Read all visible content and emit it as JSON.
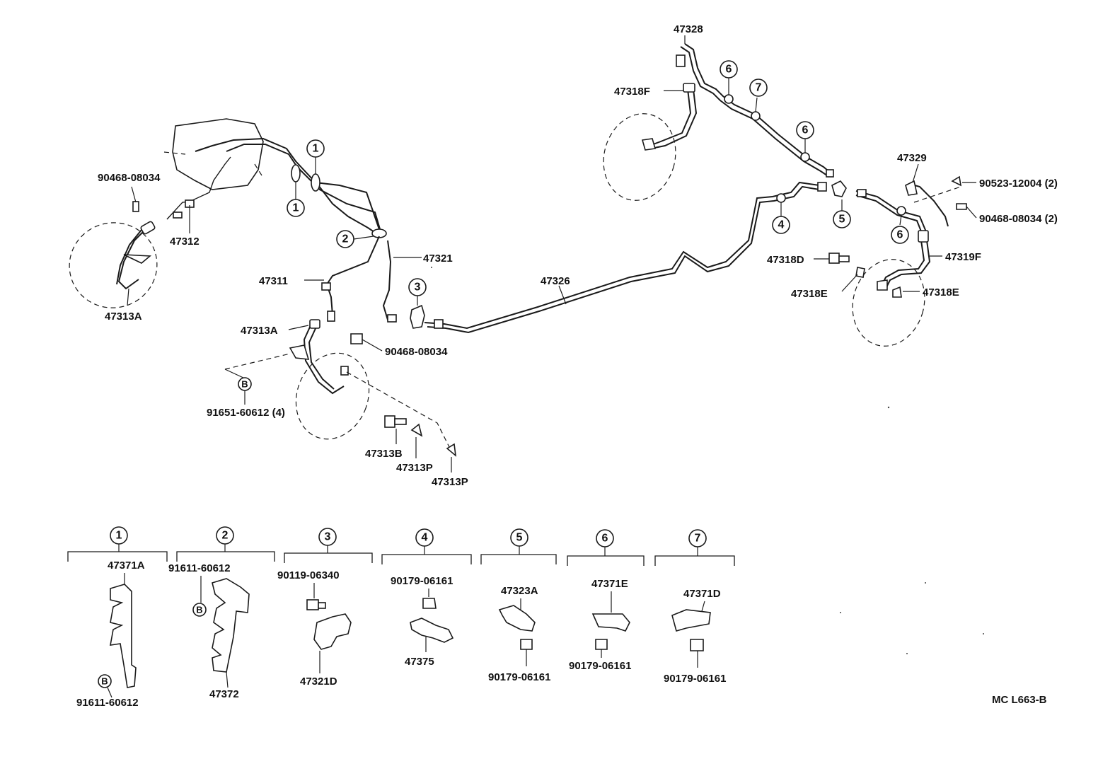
{
  "labels": {
    "l_47328": "47328",
    "l_47318F": "47318F",
    "l_47329": "47329",
    "l_90523": "90523-12004 (2)",
    "l_90468_r": "90468-08034 (2)",
    "l_47319F": "47319F",
    "l_47318D": "47318D",
    "l_47318E_a": "47318E",
    "l_47318E_b": "47318E",
    "l_47326": "47326",
    "l_90468_l": "90468-08034",
    "l_47312": "47312",
    "l_47313A_a": "47313A",
    "l_47321": "47321",
    "l_47311": "47311",
    "l_47313A_b": "47313A",
    "l_90468_m": "90468-08034",
    "l_91651": "91651-60612 (4)",
    "l_47313B": "47313B",
    "l_47313P_a": "47313P",
    "l_47313P_b": "47313P"
  },
  "callouts": {
    "c1a": "1",
    "c1b": "1",
    "c2": "2",
    "c3": "3",
    "c4": "4",
    "c5": "5",
    "c6a": "6",
    "c6b": "6",
    "c6c": "6",
    "c7": "7",
    "cB": "B"
  },
  "details": {
    "d1": {
      "num": "1",
      "top": "47371A",
      "bottom": "91611-60612",
      "mark": "B"
    },
    "d2": {
      "num": "2",
      "top": "91611-60612",
      "bottom": "47372",
      "mark": "B"
    },
    "d3": {
      "num": "3",
      "top": "90119-06340",
      "bottom": "47321D"
    },
    "d4": {
      "num": "4",
      "top": "90179-06161",
      "bottom": "47375"
    },
    "d5": {
      "num": "5",
      "top": "47323A",
      "bottom": "90179-06161"
    },
    "d6": {
      "num": "6",
      "top": "47371E",
      "bottom": "90179-06161"
    },
    "d7": {
      "num": "7",
      "top": "47371D",
      "bottom": "90179-06161"
    }
  },
  "drawing_code": "MC L663-B"
}
